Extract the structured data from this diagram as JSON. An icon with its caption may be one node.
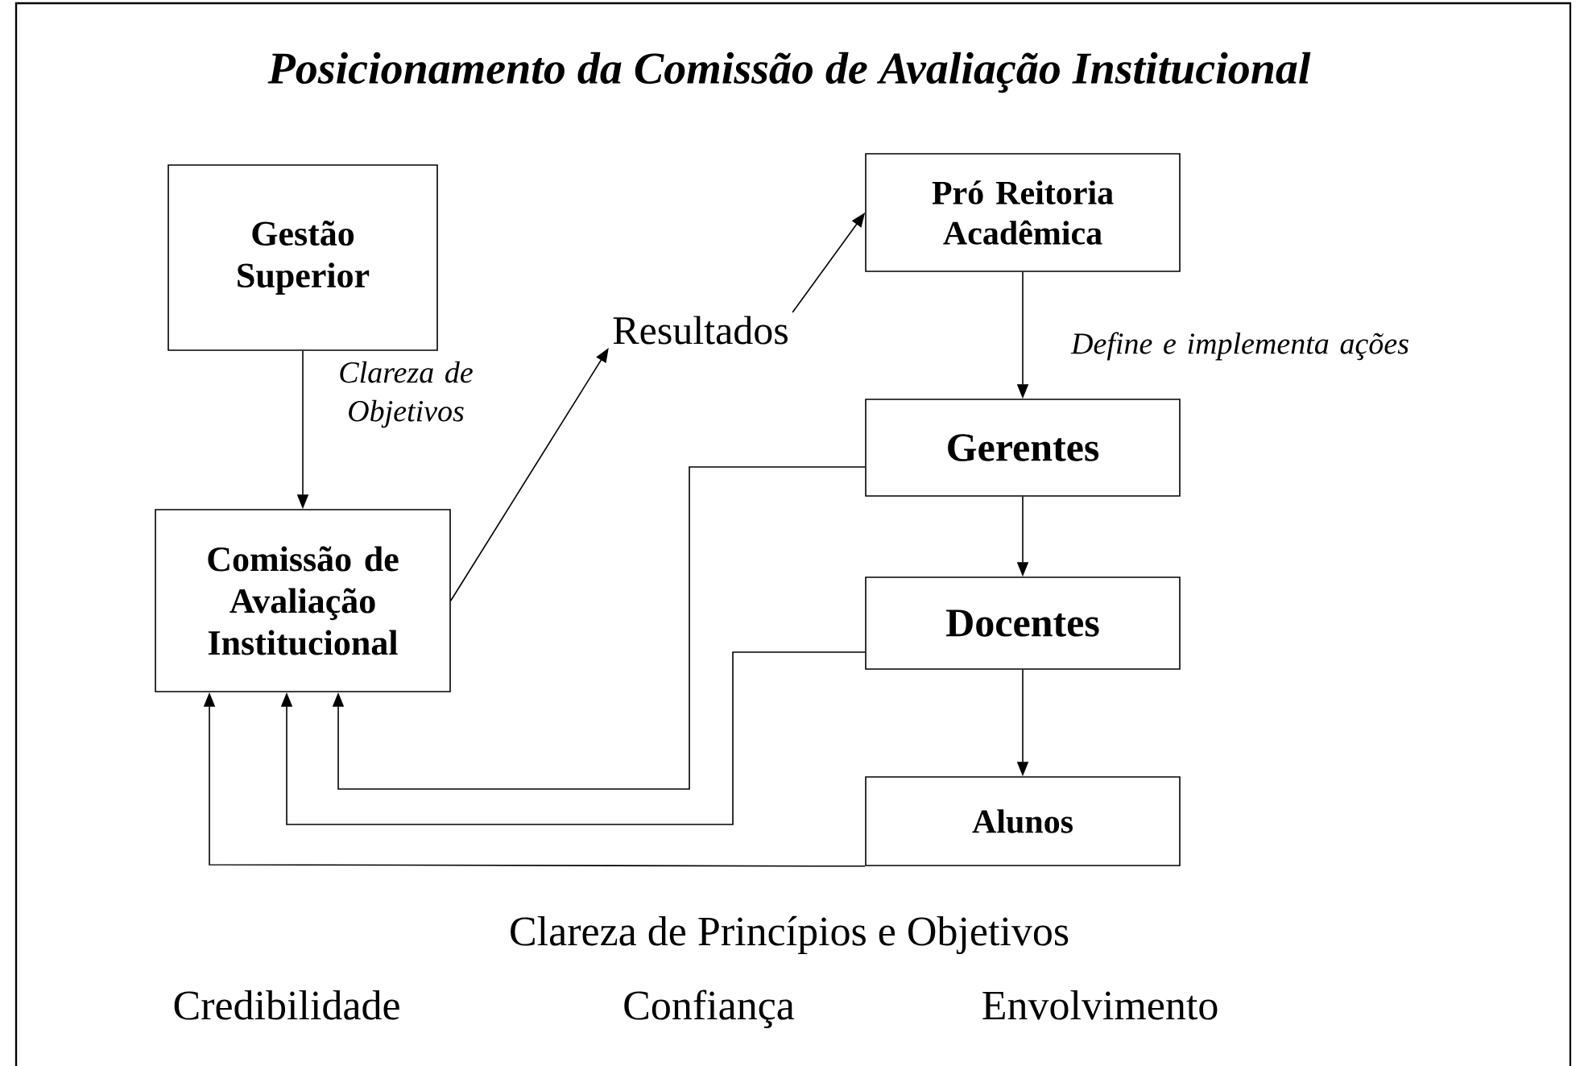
{
  "diagram": {
    "title": "Posicionamento da Comissão de Avaliação Institucional",
    "nodes": [
      {
        "text": [
          "Gestão Superior"
        ]
      },
      {
        "text": [
          "Pró Reitoria Acadêmica"
        ]
      },
      {
        "text": [
          "Resultados"
        ]
      },
      {
        "text": [
          "Comissão de Avaliação Institucional"
        ]
      },
      {
        "text": [
          "Gerentes"
        ]
      },
      {
        "text": [
          "Docentes"
        ]
      },
      {
        "text": [
          "Alunos"
        ]
      }
    ],
    "edges": [
      {
        "from": 0,
        "to": 3,
        "arrow": "to",
        "label": "Clareza de Objetivos"
      },
      {
        "from": 3,
        "to": 2,
        "arrow": "to"
      },
      {
        "from": 2,
        "to": 1,
        "arrow": "to"
      },
      {
        "from": 1,
        "to": 4,
        "arrow": "to",
        "label": "Define e implementa ações"
      },
      {
        "from": 4,
        "to": 5,
        "arrow": "to"
      },
      {
        "from": 5,
        "to": 6,
        "arrow": "to"
      },
      {
        "from": 4,
        "to": 3,
        "arrow": "to"
      },
      {
        "from": 5,
        "to": 3,
        "arrow": "to"
      },
      {
        "from": 6,
        "to": 3,
        "arrow": "to"
      }
    ],
    "labels": [
      "Clareza de Princípios e Objetivos",
      "Credibilidade",
      "Confiança",
      "Envolvimento"
    ]
  }
}
